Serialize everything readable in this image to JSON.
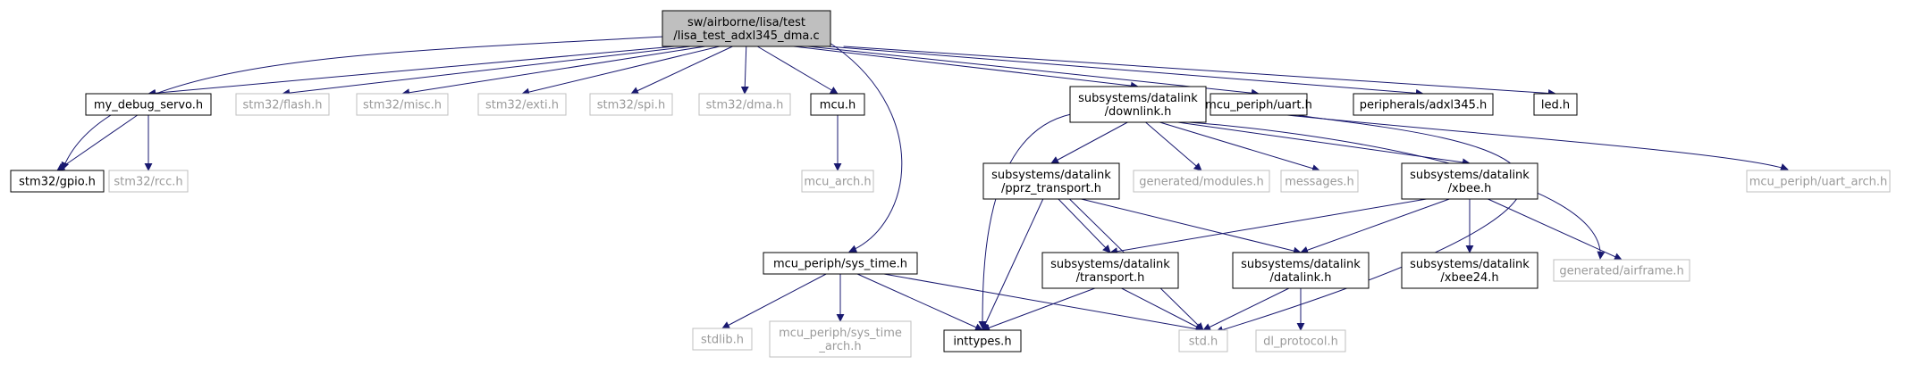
{
  "graph": {
    "nodes": [
      {
        "id": "root",
        "lines": [
          "sw/airborne/lisa/test",
          "/lisa_test_adxl345_dma.c"
        ],
        "kind": "root"
      },
      {
        "id": "my_debug_servo",
        "lines": [
          "my_debug_servo.h"
        ],
        "kind": "documented"
      },
      {
        "id": "stm32_flash",
        "lines": [
          "stm32/flash.h"
        ],
        "kind": "external"
      },
      {
        "id": "stm32_misc",
        "lines": [
          "stm32/misc.h"
        ],
        "kind": "external"
      },
      {
        "id": "stm32_exti",
        "lines": [
          "stm32/exti.h"
        ],
        "kind": "external"
      },
      {
        "id": "stm32_spi",
        "lines": [
          "stm32/spi.h"
        ],
        "kind": "external"
      },
      {
        "id": "stm32_dma",
        "lines": [
          "stm32/dma.h"
        ],
        "kind": "external"
      },
      {
        "id": "mcu",
        "lines": [
          "mcu.h"
        ],
        "kind": "documented"
      },
      {
        "id": "downlink",
        "lines": [
          "subsystems/datalink",
          "/downlink.h"
        ],
        "kind": "documented"
      },
      {
        "id": "uart",
        "lines": [
          "mcu_periph/uart.h"
        ],
        "kind": "documented"
      },
      {
        "id": "adxl345",
        "lines": [
          "peripherals/adxl345.h"
        ],
        "kind": "documented"
      },
      {
        "id": "led",
        "lines": [
          "led.h"
        ],
        "kind": "documented"
      },
      {
        "id": "stm32_gpio",
        "lines": [
          "stm32/gpio.h"
        ],
        "kind": "documented"
      },
      {
        "id": "stm32_rcc",
        "lines": [
          "stm32/rcc.h"
        ],
        "kind": "external"
      },
      {
        "id": "mcu_arch",
        "lines": [
          "mcu_arch.h"
        ],
        "kind": "external"
      },
      {
        "id": "pprz_transport",
        "lines": [
          "subsystems/datalink",
          "/pprz_transport.h"
        ],
        "kind": "documented"
      },
      {
        "id": "gen_modules",
        "lines": [
          "generated/modules.h"
        ],
        "kind": "external"
      },
      {
        "id": "messages",
        "lines": [
          "messages.h"
        ],
        "kind": "external"
      },
      {
        "id": "xbee",
        "lines": [
          "subsystems/datalink",
          "/xbee.h"
        ],
        "kind": "documented"
      },
      {
        "id": "uart_arch",
        "lines": [
          "mcu_periph/uart_arch.h"
        ],
        "kind": "external"
      },
      {
        "id": "sys_time",
        "lines": [
          "mcu_periph/sys_time.h"
        ],
        "kind": "documented"
      },
      {
        "id": "transport",
        "lines": [
          "subsystems/datalink",
          "/transport.h"
        ],
        "kind": "documented"
      },
      {
        "id": "datalink",
        "lines": [
          "subsystems/datalink",
          "/datalink.h"
        ],
        "kind": "documented"
      },
      {
        "id": "xbee24",
        "lines": [
          "subsystems/datalink",
          "/xbee24.h"
        ],
        "kind": "documented"
      },
      {
        "id": "gen_airframe",
        "lines": [
          "generated/airframe.h"
        ],
        "kind": "external"
      },
      {
        "id": "stdlib",
        "lines": [
          "stdlib.h"
        ],
        "kind": "external"
      },
      {
        "id": "sys_time_arch",
        "lines": [
          "mcu_periph/sys_time",
          "_arch.h"
        ],
        "kind": "external"
      },
      {
        "id": "inttypes",
        "lines": [
          "inttypes.h"
        ],
        "kind": "documented"
      },
      {
        "id": "std",
        "lines": [
          "std.h"
        ],
        "kind": "external"
      },
      {
        "id": "dl_protocol",
        "lines": [
          "dl_protocol.h"
        ],
        "kind": "external"
      }
    ],
    "edges": [
      [
        "root",
        "my_debug_servo"
      ],
      [
        "root",
        "stm32_gpio"
      ],
      [
        "root",
        "stm32_flash"
      ],
      [
        "root",
        "stm32_misc"
      ],
      [
        "root",
        "stm32_exti"
      ],
      [
        "root",
        "stm32_spi"
      ],
      [
        "root",
        "stm32_dma"
      ],
      [
        "root",
        "mcu"
      ],
      [
        "root",
        "sys_time"
      ],
      [
        "root",
        "downlink"
      ],
      [
        "root",
        "uart"
      ],
      [
        "root",
        "adxl345"
      ],
      [
        "root",
        "led"
      ],
      [
        "my_debug_servo",
        "stm32_gpio"
      ],
      [
        "my_debug_servo",
        "stm32_rcc"
      ],
      [
        "mcu",
        "mcu_arch"
      ],
      [
        "downlink",
        "inttypes"
      ],
      [
        "downlink",
        "pprz_transport"
      ],
      [
        "downlink",
        "gen_modules"
      ],
      [
        "downlink",
        "messages"
      ],
      [
        "downlink",
        "xbee"
      ],
      [
        "downlink",
        "gen_airframe"
      ],
      [
        "uart",
        "uart_arch"
      ],
      [
        "uart",
        "std"
      ],
      [
        "pprz_transport",
        "transport"
      ],
      [
        "pprz_transport",
        "datalink"
      ],
      [
        "pprz_transport",
        "inttypes"
      ],
      [
        "pprz_transport",
        "std"
      ],
      [
        "xbee",
        "transport"
      ],
      [
        "xbee",
        "datalink"
      ],
      [
        "xbee",
        "xbee24"
      ],
      [
        "xbee",
        "gen_airframe"
      ],
      [
        "sys_time",
        "stdlib"
      ],
      [
        "sys_time",
        "sys_time_arch"
      ],
      [
        "sys_time",
        "inttypes"
      ],
      [
        "sys_time",
        "std"
      ],
      [
        "transport",
        "inttypes"
      ],
      [
        "transport",
        "std"
      ],
      [
        "datalink",
        "std"
      ],
      [
        "datalink",
        "dl_protocol"
      ]
    ]
  },
  "colors": {
    "root_fill": "#bfbfbf",
    "documented_border": "#000000",
    "external_border": "#bfbfbf",
    "edge": "#191970",
    "external_text": "#9a9a9a"
  }
}
